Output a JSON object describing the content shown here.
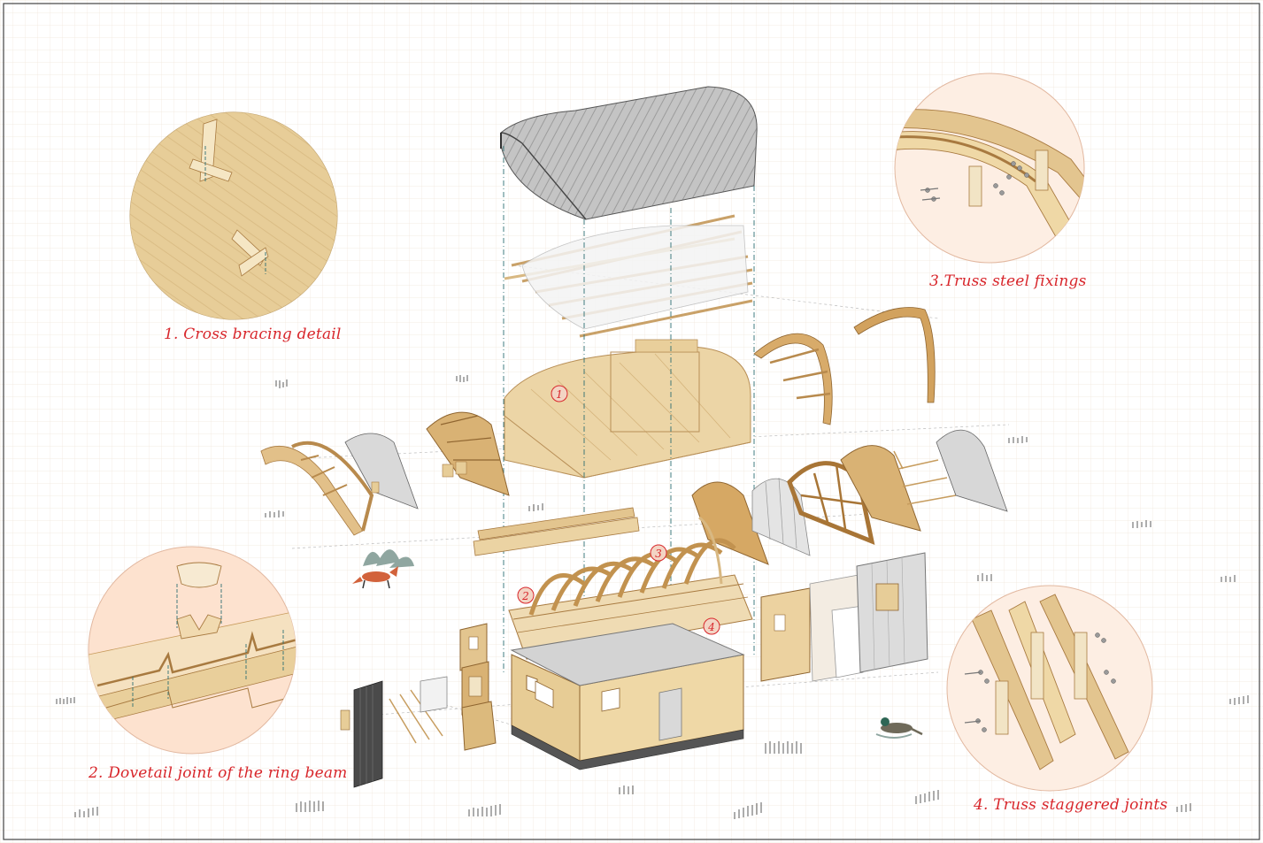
{
  "details": [
    {
      "label": "1. Cross bracing detail"
    },
    {
      "label": "2. Dovetail joint of the ring beam"
    },
    {
      "label": "3.Truss steel fixings"
    },
    {
      "label": "4. Truss staggered joints"
    }
  ],
  "markers": [
    "1",
    "2",
    "3",
    "4"
  ],
  "colors": {
    "caption": "#d8262b",
    "wood": "#e9cf9b",
    "wood_dark": "#c89b5c",
    "roof": "#b9b9b9",
    "guide": "#2e6f73",
    "grid": "#efe6da"
  },
  "icons": [
    "fox-icon",
    "bird-icon",
    "grass-icon"
  ]
}
